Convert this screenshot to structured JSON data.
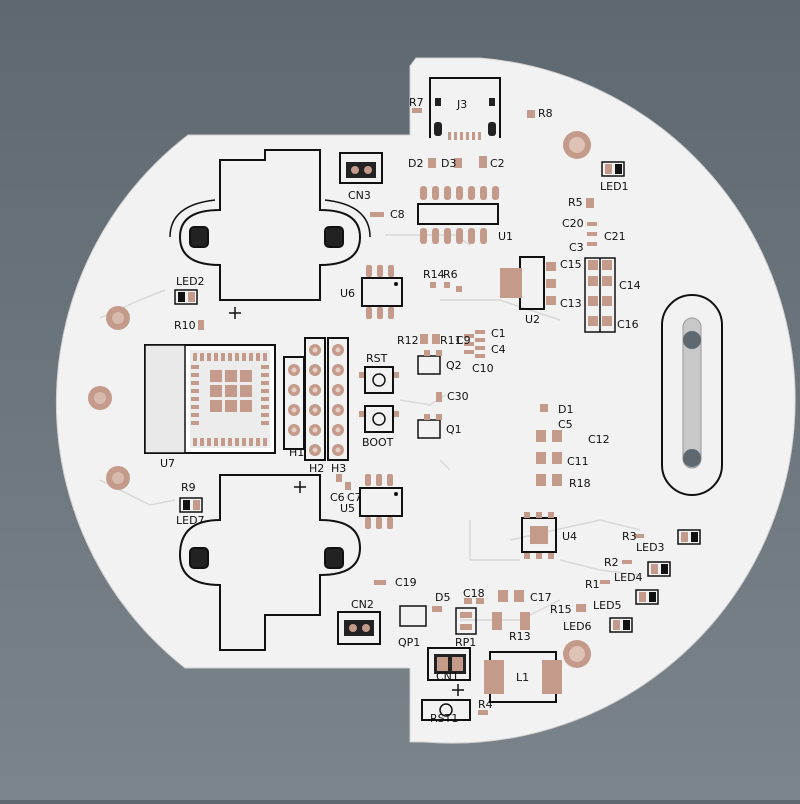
{
  "colors": {
    "background_top": "#5e6870",
    "background_bottom": "#7b848b",
    "board": "#f2f2f2",
    "pad": "#c49a8a",
    "outline": "#111111",
    "trace": "#d6d6d6"
  },
  "labels": {
    "j3": "J3",
    "r7": "R7",
    "r8": "R8",
    "cn3": "CN3",
    "d2": "D2",
    "d3": "D3",
    "c2": "C2",
    "led1": "LED1",
    "r5": "R5",
    "c20": "C20",
    "c21": "C21",
    "c3": "C3",
    "c8": "C8",
    "u1": "U1",
    "led2": "LED2",
    "r10": "R10",
    "r14": "R14",
    "r6": "R6",
    "u6": "U6",
    "c15": "C15",
    "c14": "C14",
    "c13": "C13",
    "c16": "C16",
    "u2": "U2",
    "r12": "R12",
    "r11": "R11",
    "c9": "C9",
    "c1": "C1",
    "c4": "C4",
    "c10": "C10",
    "q2": "Q2",
    "rst": "RST",
    "c30": "C30",
    "boot": "BOOT",
    "q1": "Q1",
    "u7": "U7",
    "h1": "H1",
    "h2": "H2",
    "h3": "H3",
    "d1": "D1",
    "c5": "C5",
    "c12": "C12",
    "c11": "C11",
    "r18": "R18",
    "r9": "R9",
    "led7": "LED7",
    "c6": "C6",
    "c7": "C7",
    "u5": "U5",
    "u4": "U4",
    "r3": "R3",
    "led3": "LED3",
    "r2": "R2",
    "led4": "LED4",
    "r1": "R1",
    "led5": "LED5",
    "c19": "C19",
    "d5": "D5",
    "c18": "C18",
    "c17": "C17",
    "r15": "R15",
    "led6": "LED6",
    "r13": "R13",
    "cn2": "CN2",
    "qp1": "QP1",
    "rp1": "RP1",
    "cn1": "CN1",
    "l1": "L1",
    "r4": "R4",
    "rst1": "RST1"
  }
}
